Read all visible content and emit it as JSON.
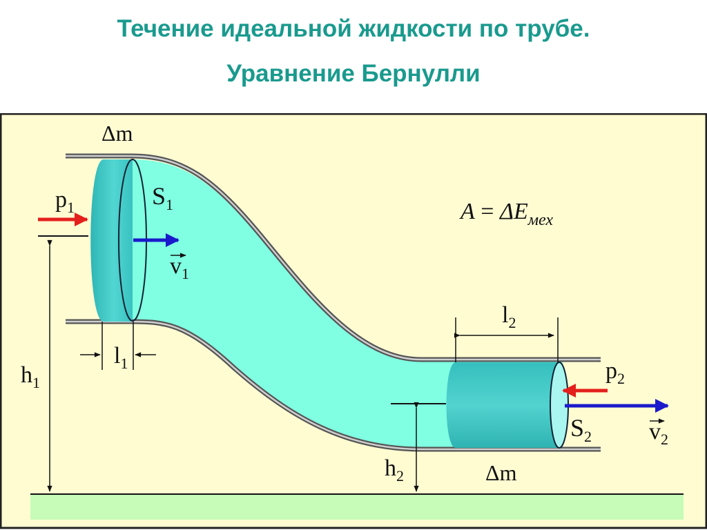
{
  "title": {
    "line1": "Течение идеальной жидкости по трубе.",
    "line2": "Уравнение Бернулли"
  },
  "colors": {
    "title": "#1a9a8e",
    "panel_background": "#fffcd2",
    "fluid": "#80ffe2",
    "cylinder": "#3ec6c4",
    "ground": "#c6fcb8",
    "pressure_arrow": "#e4201c",
    "velocity_arrow": "#1a1acc"
  },
  "diagram": {
    "formula": {
      "lhs": "A",
      "eq": " = ",
      "delta": "Δ",
      "E": "E",
      "subscript": "мех"
    },
    "labels": {
      "dm_top": "Δm",
      "dm_bottom": "Δm",
      "p1_main": "p",
      "p1_sub": "1",
      "p2_main": "p",
      "p2_sub": "2",
      "S1_main": "S",
      "S1_sub": "1",
      "S2_main": "S",
      "S2_sub": "2",
      "v1_main": "v",
      "v1_sub": "1",
      "v2_main": "v",
      "v2_sub": "2",
      "l1_main": "l",
      "l1_sub": "1",
      "l2_main": "l",
      "l2_sub": "2",
      "h1_main": "h",
      "h1_sub": "1",
      "h2_main": "h",
      "h2_sub": "2"
    }
  }
}
